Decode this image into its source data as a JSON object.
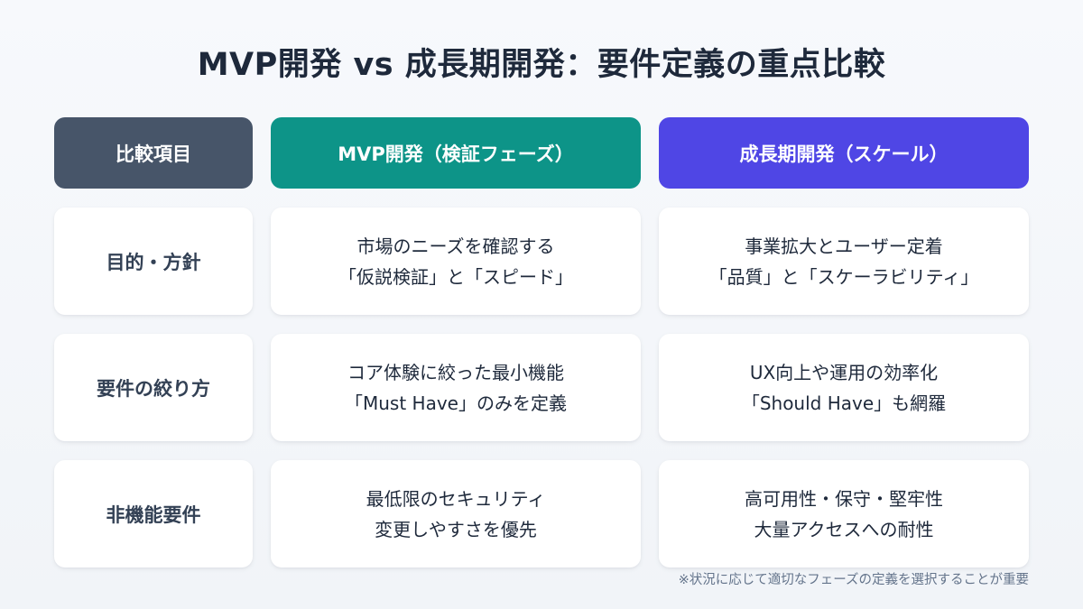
{
  "title": "MVP開発 vs 成長期開発：要件定義の重点比較",
  "colors": {
    "background": "#f3f6fa",
    "title": "#1e293b",
    "header_item": "#475569",
    "header_mvp": "#0d9488",
    "header_growth": "#4f46e5",
    "card": "#ffffff",
    "footnote": "#64748b"
  },
  "headers": {
    "item": "比較項目",
    "mvp": "MVP開発（検証フェーズ）",
    "growth": "成長期開発（スケール）"
  },
  "rows": [
    {
      "label": "目的・方針",
      "mvp": [
        "市場のニーズを確認する",
        "「仮説検証」と「スピード」"
      ],
      "growth": [
        "事業拡大とユーザー定着",
        "「品質」と「スケーラビリティ」"
      ]
    },
    {
      "label": "要件の絞り方",
      "mvp": [
        "コア体験に絞った最小機能",
        "「Must Have」のみを定義"
      ],
      "growth": [
        "UX向上や運用の効率化",
        "「Should Have」も網羅"
      ]
    },
    {
      "label": "非機能要件",
      "mvp": [
        "最低限のセキュリティ",
        "変更しやすさを優先"
      ],
      "growth": [
        "高可用性・保守・堅牢性",
        "大量アクセスへの耐性"
      ]
    }
  ],
  "footnote": "※状況に応じて適切なフェーズの定義を選択することが重要"
}
